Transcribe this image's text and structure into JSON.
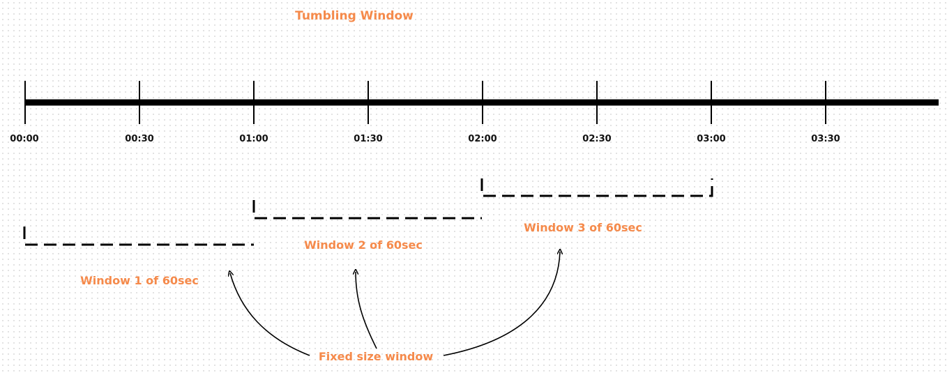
{
  "title": "Tumbling Window",
  "timeline": {
    "ticks": [
      "00:00",
      "00:30",
      "01:00",
      "01:30",
      "02:00",
      "02:30",
      "03:00",
      "03:30"
    ]
  },
  "windows": [
    {
      "label": "Window 1 of 60sec",
      "start": "00:00",
      "end": "01:00"
    },
    {
      "label": "Window 2 of 60sec",
      "start": "01:00",
      "end": "02:00"
    },
    {
      "label": "Window 3 of 60sec",
      "start": "02:00",
      "end": "03:00"
    }
  ],
  "annotation": {
    "label": "Fixed size window"
  },
  "colors": {
    "accent": "#f58a4b",
    "line": "#000000"
  }
}
